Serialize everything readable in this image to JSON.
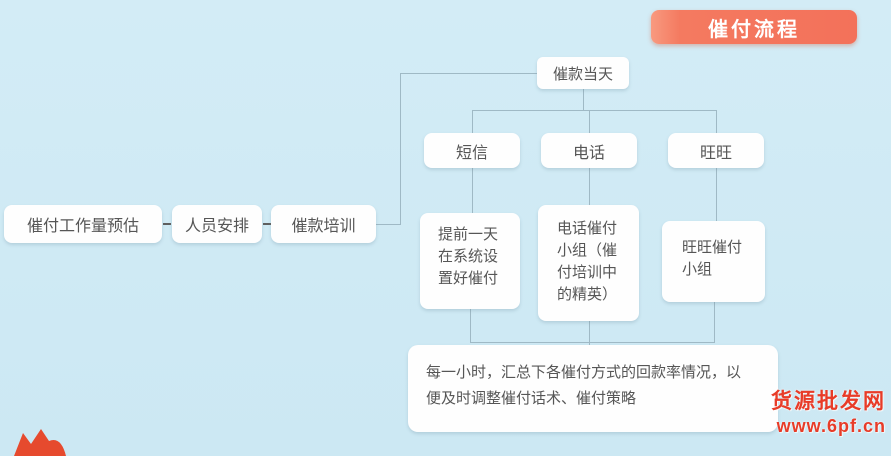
{
  "badge": {
    "label": "催付流程"
  },
  "flow": {
    "day_node": {
      "label": "催款当天"
    },
    "channels": [
      {
        "label": "短信",
        "desc": "提前一天在系统设置好催付"
      },
      {
        "label": "电话",
        "desc": "电话催付小组（催付培训中的精英）"
      },
      {
        "label": "旺旺",
        "desc": "旺旺催付小组"
      }
    ],
    "prep": [
      {
        "label": "催付工作量预估"
      },
      {
        "label": "人员安排"
      },
      {
        "label": "催款培训"
      }
    ],
    "summary": "每一小时，汇总下各催付方式的回款率情况，以便及时调整催付话术、催付策略"
  },
  "watermark": {
    "site_name": "货源批发网",
    "site_url": "www.6pf.cn"
  },
  "colors": {
    "background": "#cfe9f4",
    "badge": "#f3715a",
    "connector": "#9fb9c5",
    "text": "#565656",
    "watermark": "#e83c28"
  }
}
